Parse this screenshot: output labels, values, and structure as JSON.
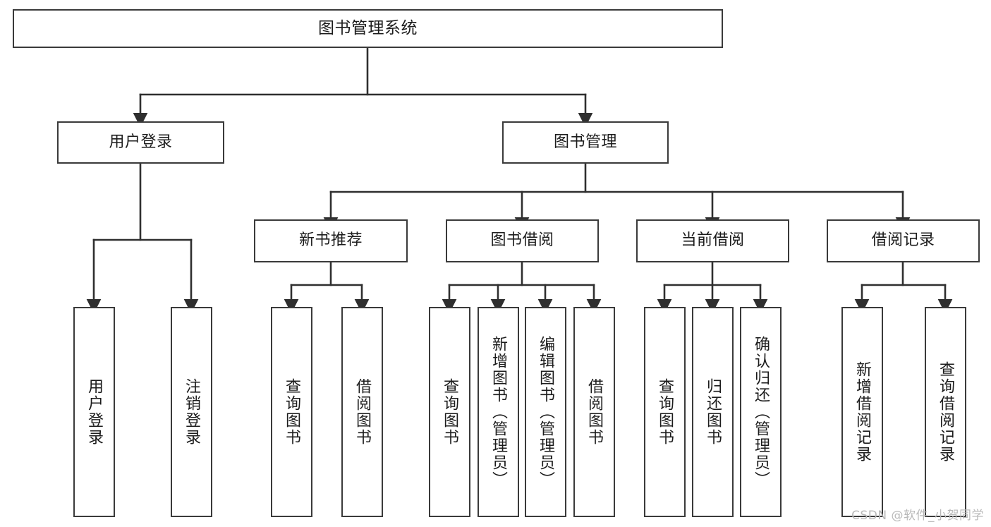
{
  "diagram": {
    "type": "tree-hierarchy",
    "title": "图书管理系统",
    "root": {
      "label": "图书管理系统"
    },
    "level2": [
      {
        "id": "user-login",
        "label": "用户登录"
      },
      {
        "id": "book-manage",
        "label": "图书管理"
      }
    ],
    "level3": [
      {
        "id": "new-book-rec",
        "label": "新书推荐"
      },
      {
        "id": "book-borrow",
        "label": "图书借阅"
      },
      {
        "id": "current-borrow",
        "label": "当前借阅"
      },
      {
        "id": "borrow-record",
        "label": "借阅记录"
      }
    ],
    "leaves": {
      "user_login": [
        {
          "id": "leaf-user-login",
          "label": "用户登录"
        },
        {
          "id": "leaf-user-logout",
          "label": "注销登录"
        }
      ],
      "new_book_rec": [
        {
          "id": "leaf-query-book-1",
          "label": "查询图书"
        },
        {
          "id": "leaf-borrow-book-1",
          "label": "借阅图书"
        }
      ],
      "book_borrow": [
        {
          "id": "leaf-query-book-2",
          "label": "查询图书"
        },
        {
          "id": "leaf-add-book",
          "label": "新增图书（管理员）"
        },
        {
          "id": "leaf-edit-book",
          "label": "编辑图书（管理员）"
        },
        {
          "id": "leaf-borrow-book-2",
          "label": "借阅图书"
        }
      ],
      "current_borrow": [
        {
          "id": "leaf-query-book-3",
          "label": "查询图书"
        },
        {
          "id": "leaf-return-book",
          "label": "归还图书"
        },
        {
          "id": "leaf-confirm-return",
          "label": "确认归还（管理员）"
        }
      ],
      "borrow_record": [
        {
          "id": "leaf-add-record",
          "label": "新增借阅记录"
        },
        {
          "id": "leaf-query-record",
          "label": "查询借阅记录"
        }
      ]
    },
    "colors": {
      "box_border": "#3a3a3a",
      "box_fill": "#ffffff",
      "connector": "#2f2f2f",
      "text": "#1c1c1c",
      "watermark": "#b9b9b9"
    }
  },
  "watermark": {
    "text": "CSDN @软件_小贺同学"
  }
}
